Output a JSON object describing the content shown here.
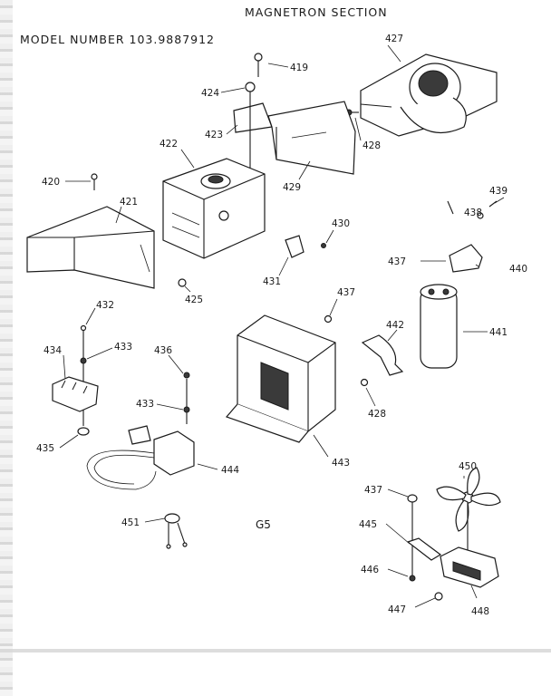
{
  "title": "MAGNETRON SECTION",
  "model_line": "MODEL NUMBER  103.9887912",
  "figure_code": "G5",
  "callouts": [
    {
      "id": "419",
      "label": "419"
    },
    {
      "id": "420",
      "label": "420"
    },
    {
      "id": "421",
      "label": "421"
    },
    {
      "id": "422",
      "label": "422"
    },
    {
      "id": "423",
      "label": "423"
    },
    {
      "id": "424",
      "label": "424"
    },
    {
      "id": "425",
      "label": "425"
    },
    {
      "id": "427",
      "label": "427"
    },
    {
      "id": "428a",
      "label": "428"
    },
    {
      "id": "428b",
      "label": "428"
    },
    {
      "id": "429",
      "label": "429"
    },
    {
      "id": "430",
      "label": "430"
    },
    {
      "id": "431",
      "label": "431"
    },
    {
      "id": "432",
      "label": "432"
    },
    {
      "id": "433a",
      "label": "433"
    },
    {
      "id": "433b",
      "label": "433"
    },
    {
      "id": "434",
      "label": "434"
    },
    {
      "id": "435",
      "label": "435"
    },
    {
      "id": "436",
      "label": "436"
    },
    {
      "id": "437a",
      "label": "437"
    },
    {
      "id": "437b",
      "label": "437"
    },
    {
      "id": "437c",
      "label": "437"
    },
    {
      "id": "438",
      "label": "438"
    },
    {
      "id": "439",
      "label": "439"
    },
    {
      "id": "440",
      "label": "440"
    },
    {
      "id": "441",
      "label": "441"
    },
    {
      "id": "442",
      "label": "442"
    },
    {
      "id": "443",
      "label": "443"
    },
    {
      "id": "444",
      "label": "444"
    },
    {
      "id": "445",
      "label": "445"
    },
    {
      "id": "446",
      "label": "446"
    },
    {
      "id": "447",
      "label": "447"
    },
    {
      "id": "448",
      "label": "448"
    },
    {
      "id": "450",
      "label": "450"
    },
    {
      "id": "451",
      "label": "451"
    }
  ]
}
